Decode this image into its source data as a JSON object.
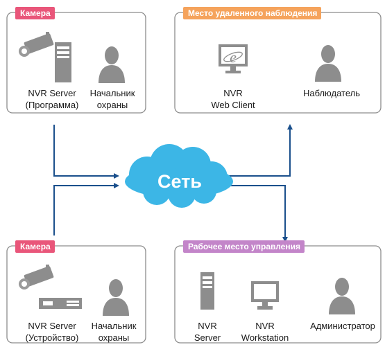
{
  "colors": {
    "camera_tag": "#e9567a",
    "remote_tag": "#f5a35c",
    "admin_tag": "#c385c9",
    "box_border": "#8c8c8c",
    "arrow": "#1a4f8c",
    "cloud": "#3cb6e6",
    "device_gray": "#8d8d8d"
  },
  "boxes": {
    "camera_top": {
      "tag": "Камера",
      "server_label_1": "NVR Server",
      "server_label_2": "(Программа)",
      "chief_label_1": "Начальник",
      "chief_label_2": "охраны"
    },
    "remote": {
      "tag": "Место удаленного наблюдения",
      "client_label_1": "NVR",
      "client_label_2": "Web Client",
      "observer_label": "Наблюдатель"
    },
    "camera_bottom": {
      "tag": "Камера",
      "server_label_1": "NVR Server",
      "server_label_2": "(Устройство)",
      "chief_label_1": "Начальник",
      "chief_label_2": "охраны"
    },
    "admin": {
      "tag": "Рабочее место управления",
      "server_label_1": "NVR",
      "server_label_2": "Server",
      "workstation_label_1": "NVR",
      "workstation_label_2": "Workstation",
      "admin_label": "Администратор"
    }
  },
  "network": {
    "label": "Сеть"
  },
  "icons": {
    "camera": "security-camera-icon",
    "tower": "server-tower-icon",
    "person": "person-icon",
    "monitor_ie": "monitor-browser-icon",
    "nvr_device": "nvr-device-icon",
    "workstation": "workstation-monitor-icon",
    "cloud": "cloud-icon"
  }
}
